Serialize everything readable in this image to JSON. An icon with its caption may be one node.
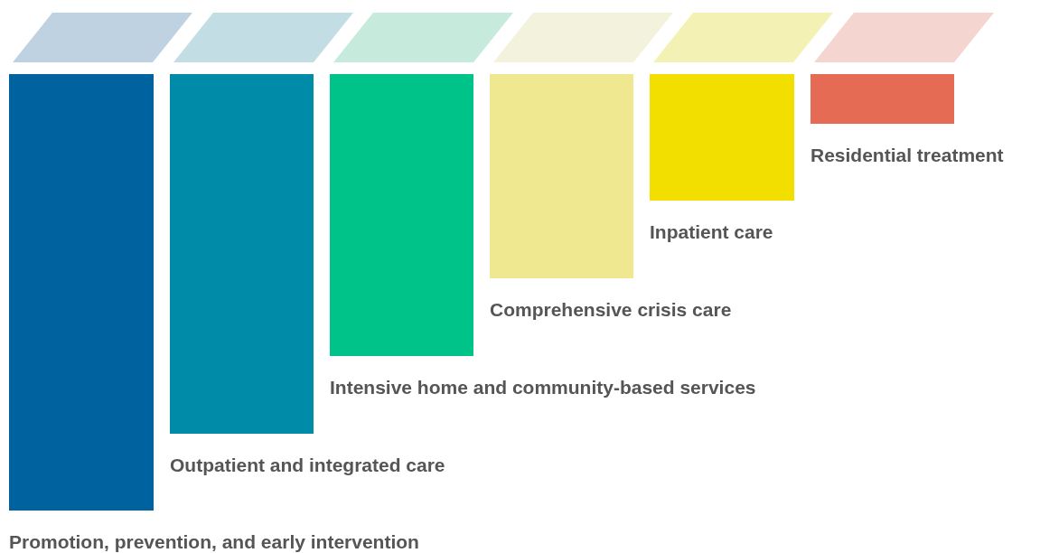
{
  "diagram": {
    "nodes": [
      {
        "text": [],
        "shape": "parallelogram"
      },
      {
        "text": [],
        "shape": "parallelogram"
      },
      {
        "text": [],
        "shape": "parallelogram"
      },
      {
        "text": [],
        "shape": "parallelogram"
      },
      {
        "text": [],
        "shape": "parallelogram"
      },
      {
        "text": [],
        "shape": "parallelogram"
      },
      {
        "text": [
          "Promotion, prevention, and early intervention"
        ]
      },
      {
        "text": [
          "Outpatient and integrated care"
        ]
      },
      {
        "text": [
          "Intensive home and community-based services"
        ]
      },
      {
        "text": [
          "Comprehensive crisis care"
        ]
      },
      {
        "text": [
          "Inpatient care"
        ]
      },
      {
        "text": [
          "Residential treatment"
        ]
      }
    ],
    "edges": []
  }
}
